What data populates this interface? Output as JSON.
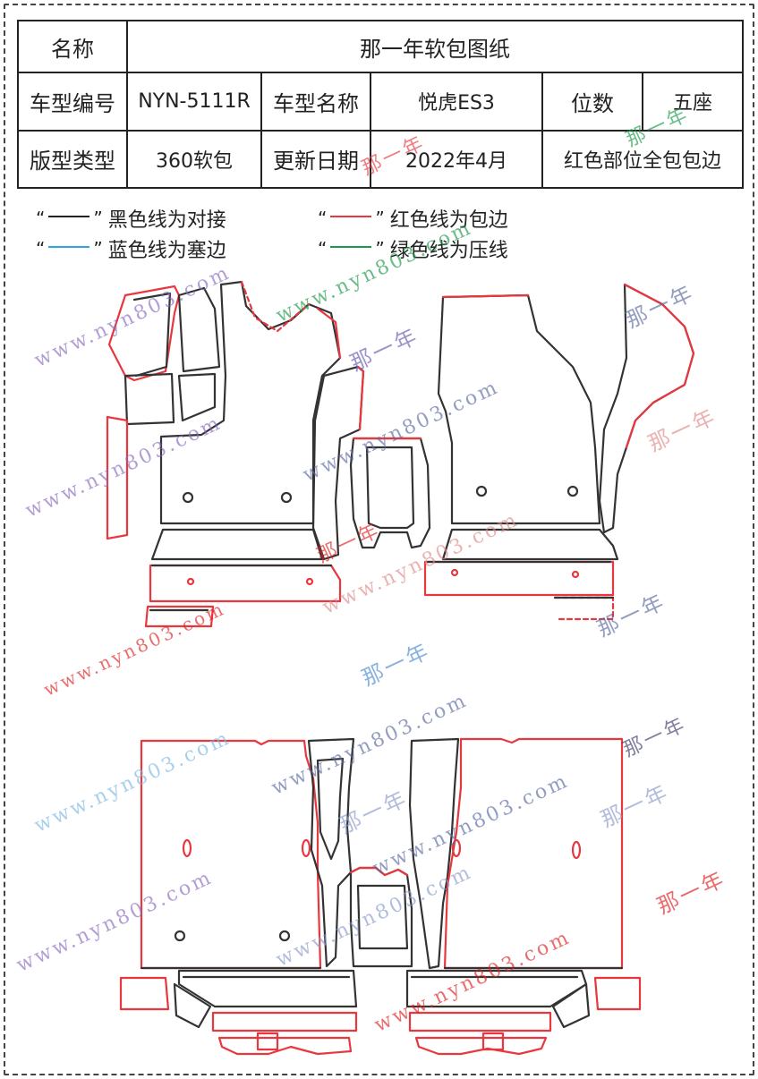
{
  "sheet": {
    "name_label": "名称",
    "title": "那一年软包图纸",
    "model_code_label": "车型编号",
    "model_code": "NYN-5111R",
    "model_name_label": "车型名称",
    "model_name": "悦虎ES3",
    "seats_label": "位数",
    "seats": "五座",
    "pattern_type_label": "版型类型",
    "pattern_type": "360软包",
    "update_label": "更新日期",
    "update_date": "2022年4月",
    "note": "红色部位全包包边"
  },
  "legend": {
    "open_quote": "“",
    "close_quote": "”",
    "items": [
      {
        "label": "黑色线为对接",
        "color": "#222222"
      },
      {
        "label": "红色线为包边",
        "color": "#e8373e"
      },
      {
        "label": "蓝色线为塞边",
        "color": "#2aa6e0"
      },
      {
        "label": "绿色线为压线",
        "color": "#1a9a4a"
      }
    ]
  },
  "watermarks": {
    "url": "www.nyn803.com",
    "brand": "那一年",
    "colors": {
      "purple": "#8a6bbf",
      "green": "#1a9a4a",
      "red": "#e02020",
      "blue": "#4a8bd0",
      "pink": "#e08a8a",
      "navy": "#5a6aa0"
    }
  },
  "colors": {
    "outline": "#333333",
    "edge": "#e8373e",
    "border": "#222222"
  }
}
